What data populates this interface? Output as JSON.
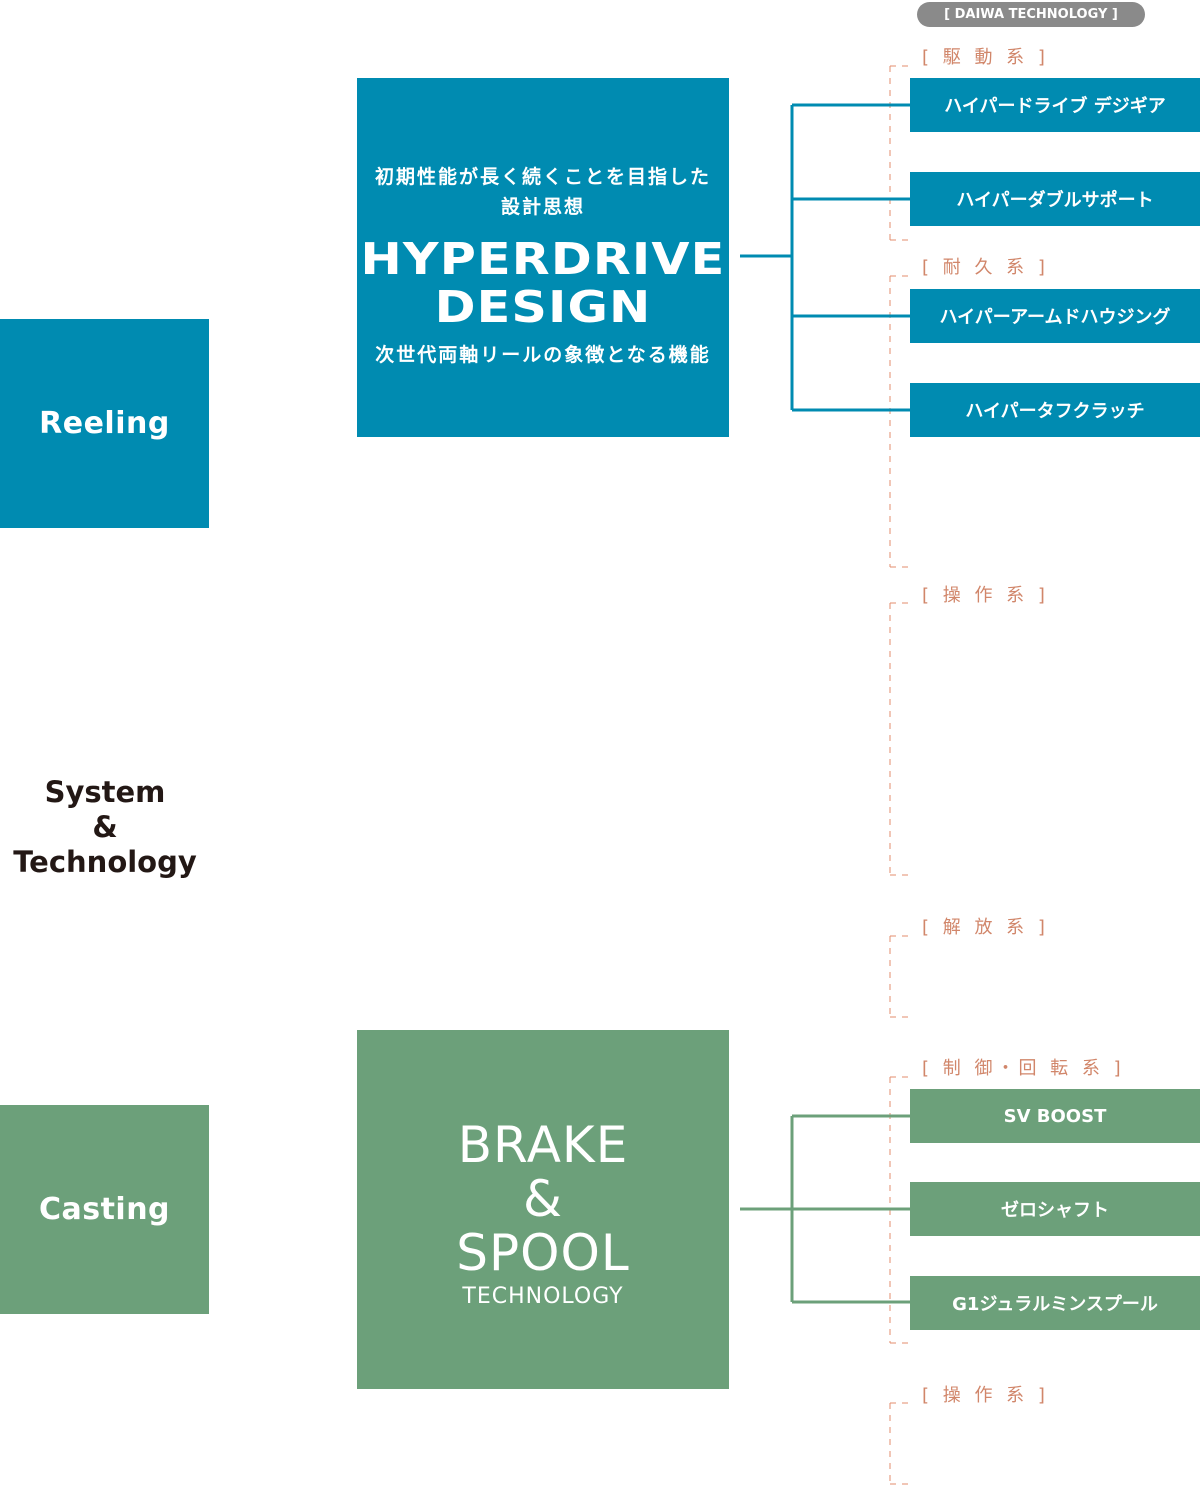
{
  "colors": {
    "reeling": "#008bb1",
    "casting": "#6ca07a",
    "bracket": "#e38d6e",
    "tag_bg": "#8a8a8a",
    "text_dark": "#231815"
  },
  "categories": {
    "reeling": "Reeling",
    "casting": "Casting"
  },
  "center_label": {
    "line1": "System",
    "line2": "&",
    "line3": "Technology"
  },
  "tag": "[ DAIWA TECHNOLOGY ]",
  "hyperdrive": {
    "sub1_line1": "初期性能が長く続くことを目指した",
    "sub1_line2": "設計思想",
    "title_line1": "HYPERDRIVE",
    "title_line2": "DESIGN",
    "sub2": "次世代両軸リールの象徴となる機能"
  },
  "brake_spool": {
    "line1": "BRAKE",
    "line2": "&",
    "line3": "SPOOL",
    "sub": "TECHNOLOGY"
  },
  "groups": {
    "drive": "[ 駆 動 系 ]",
    "durability": "[ 耐 久 系 ]",
    "operation1": "[ 操 作 系 ]",
    "release": "[ 解 放 系 ]",
    "control": "[ 制 御・回 転 系 ]",
    "operation2": "[ 操 作 系 ]"
  },
  "features": {
    "hyper_drive_digigear": "ハイパードライブ デジギア",
    "hyper_double_support": "ハイパーダブルサポート",
    "hyper_armed_housing": "ハイパーアームドハウジング",
    "hyper_tough_clutch": "ハイパータフクラッチ",
    "sv_boost": "SV BOOST",
    "zero_shaft": "ゼロシャフト",
    "g1_spool": "G1ジュラルミンスプール"
  }
}
